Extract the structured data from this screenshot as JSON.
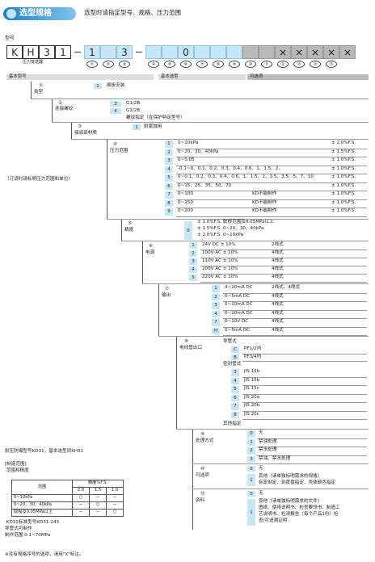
{
  "header": {
    "title": "选型规格",
    "subtitle": "选型时请指定型号、规格、压力范围"
  },
  "model": {
    "label": "型号",
    "sublabel": "压力变送器",
    "prefix": [
      "K",
      "H",
      "3",
      "1"
    ],
    "fixed": [
      "1",
      "3",
      "0"
    ],
    "optional_mark": "×",
    "circles": [
      "①",
      "②",
      "③",
      "④",
      "⑤",
      "⑥",
      "⑦",
      "⑧",
      "⑨",
      "⑩",
      "⑪",
      "⑫",
      "⑬",
      "⑭",
      "⑮"
    ]
  },
  "bars": {
    "basic": "基本型号",
    "basic2": "基本选型",
    "optional": "可选项"
  },
  "sections": {
    "s1": {
      "num": "①",
      "name": "类型",
      "items": [
        {
          "code": "1",
          "text": "面板安装"
        }
      ]
    },
    "s2": {
      "num": "②",
      "name": "连接螺纹",
      "items": [
        {
          "code": "3",
          "text": "G1/2B"
        },
        {
          "code": "4",
          "text": "G1/2B"
        },
        {
          "code": "",
          "text": "螺纹指定（在保护特定型号）"
        }
      ]
    },
    "s3": {
      "num": "③",
      "name": "接液部材质",
      "items": [
        {
          "code": "1",
          "text": "耐腐蚀用"
        }
      ]
    },
    "s4": {
      "num": "④",
      "name": "压力范围",
      "note": "（订货时请标明压力范围和单位）",
      "items": [
        {
          "code": "1",
          "text": "0~10kPa",
          "right": "± 2.0%F.S."
        },
        {
          "code": "2",
          "text": "0~20、30、40kPa",
          "right": "± 1.5%F.S."
        },
        {
          "code": "3",
          "text": "0~0.05",
          "right": "± 1.0%F.S."
        },
        {
          "code": "4",
          "text": "-0.1~0、0.1、0.2、0.3、0.4、0.6、1、1.5、2、",
          "right": "± 1.0%F.S."
        },
        {
          "code": "5",
          "text": "0~0.1、0.2、0.3、0.4、0.6、1、1.5、2、2.5、3.5、5、7、10",
          "right": "± 1.0%F.S."
        },
        {
          "code": "6",
          "text": "0~15、25、35、50、70",
          "right": "± 1.0%F.S."
        },
        {
          "code": "7",
          "text": "0~100",
          "mid": "KD不能制作",
          "right": "± 1.0%F.S."
        },
        {
          "code": "8",
          "text": "0~150",
          "mid": "KD不能制作",
          "right": "± 1.0%F.S."
        },
        {
          "code": "9",
          "text": "0~200",
          "mid": "KD不能制作",
          "right": "± 1.0%F.S."
        }
      ]
    },
    "s5": {
      "num": "⑤",
      "name": "精度",
      "code": "0",
      "lines": [
        "± 1.0%F.S.  联根范围及0.05MPa以上",
        "± 1.5%F.S.  0~20、30、40kPa",
        "± 2.0%F.S.  0~10kPa"
      ]
    },
    "s6": {
      "num": "⑥",
      "name": "电源",
      "items": [
        {
          "code": "1",
          "text": "24V DC ± 10%",
          "right": "2线式"
        },
        {
          "code": "2",
          "text": "100V AC ± 10%",
          "right": "4线式"
        },
        {
          "code": "3",
          "text": "110V AC ± 10%",
          "right": "4线式"
        },
        {
          "code": "4",
          "text": "200V AC ± 10%",
          "right": "4线式"
        },
        {
          "code": "5",
          "text": "220V AC ± 10%",
          "right": "4线式"
        }
      ]
    },
    "s7": {
      "num": "⑦",
      "name": "输出",
      "items": [
        {
          "code": "1",
          "text": "4~20mA DC",
          "right": "2线式、4线式"
        },
        {
          "code": "2",
          "text": "0~5mA DC",
          "right": "4线式"
        },
        {
          "code": "3",
          "text": "0~10mA DC",
          "right": "4线式"
        },
        {
          "code": "4",
          "text": "0~20mA DC",
          "right": "4线式"
        },
        {
          "code": "7",
          "text": "0~10V DC",
          "right": "4线式"
        },
        {
          "code": "H",
          "text": "0~5mA DC",
          "right": "4线式"
        }
      ]
    },
    "s8": {
      "num": "⑧",
      "name": "电线管出口",
      "group1": "导管式",
      "items1": [
        {
          "code": "C",
          "text": "PF1/2内"
        },
        {
          "code": "B",
          "text": "PF3/4内"
        }
      ],
      "group2": "密封管式",
      "items2": [
        {
          "code": "3",
          "text": "JIS 15b"
        },
        {
          "code": "4",
          "text": "JIS 15b"
        },
        {
          "code": "5",
          "text": "JIS 15c"
        },
        {
          "code": "6",
          "text": "JIS 20a"
        },
        {
          "code": "7",
          "text": "JIS 20b"
        },
        {
          "code": "8",
          "text": "JIS 20c"
        }
      ],
      "other": "其他指定"
    },
    "s9": {
      "num": "⑨",
      "name": "处理方式",
      "items": [
        {
          "code": "0",
          "text": "无"
        },
        {
          "code": "1",
          "text": "禁油处理"
        },
        {
          "code": "2",
          "text": "禁水处理"
        },
        {
          "code": "3",
          "text": "禁油、禁水处理"
        }
      ]
    },
    "s10": {
      "num": "⑩",
      "name": "可选项",
      "items": [
        {
          "code": "0",
          "text": "无"
        },
        {
          "code": "1",
          "text": "其他（请单独标明需求的规格）",
          "text2": "标定制定、刻度盘指定、壳体颜色指定"
        }
      ]
    },
    "s11": {
      "num": "⑮",
      "name": "资料",
      "items": [
        {
          "code": "0",
          "text": "无"
        },
        {
          "code": "1",
          "text": "其他（请单独标明需求的文件）",
          "text2": "图纸、使用说明书、检查要领书、制造工",
          "text3": "艺说明书、检测报告（每个产品1份）检",
          "text4": "查/可追溯证明"
        }
      ]
    }
  },
  "left_notes": {
    "explosion": "耐压防爆型号KD31，基本选型同KH31",
    "range_title": "[制造范围]",
    "range_sub": "·范围和精度",
    "table_head": {
      "range": "范围",
      "acc": "精度%F.S.",
      "c1": "2.0",
      "c2": "1.5",
      "c3": "1.0"
    },
    "table_rows": [
      {
        "r": "0~10kPa",
        "a": "○",
        "b": "—",
        "c": "—"
      },
      {
        "r": "0~20、30、40kPa",
        "a": "—",
        "b": "○",
        "c": "—"
      },
      {
        "r": "取程及0.05MPa以上",
        "a": "—",
        "b": "—",
        "c": "○"
      }
    ],
    "kd_note1": "·KD31标准型号KD31-243",
    "kd_note2": "  导管式可制作",
    "kd_note3": "  制作范围 0.1~70MPa"
  },
  "footer": "※没有规格序号的选项，请用\"X\"标注。"
}
